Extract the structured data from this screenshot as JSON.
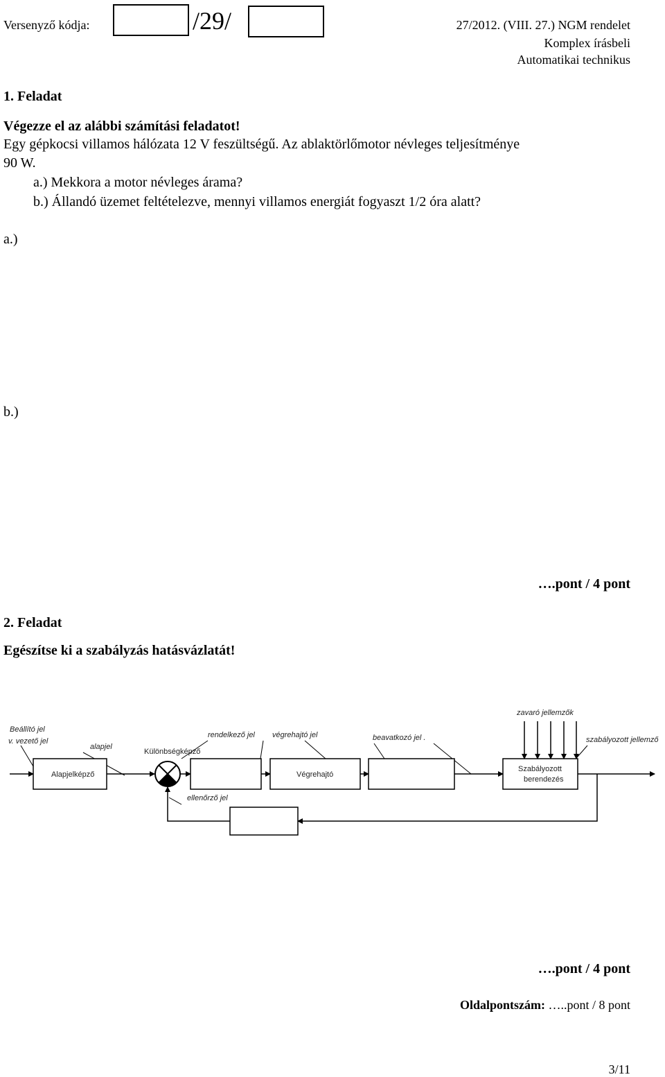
{
  "header": {
    "code_label": "Versenyző kódja:",
    "exam_number": "/29/",
    "decree": "27/2012. (VIII. 27.) NGM rendelet",
    "exam_type": "Komplex írásbeli",
    "profession": "Automatikai technikus"
  },
  "task1": {
    "title": "1. Feladat",
    "instruction": "Végezze el az alábbi számítási feladatot!",
    "text_line1": "Egy gépkocsi villamos hálózata 12 V feszültségű. Az ablaktörlőmotor névleges teljesítménye",
    "text_line2": "90 W.",
    "question_a": "a.) Mekkora a motor névleges árama?",
    "question_b": "b.) Állandó üzemet feltételezve, mennyi villamos energiát fogyaszt 1/2 óra alatt?",
    "answer_a_label": "a.)",
    "answer_b_label": "b.)",
    "score": "….pont / 4 pont"
  },
  "task2": {
    "title": "2. Feladat",
    "instruction": "Egészítse ki a szabályzás hatásvázlatát!",
    "score": "….pont / 4 pont",
    "diagram": {
      "label_setting_1": "Beállító jel",
      "label_setting_2": "v. vezető jel",
      "label_reference": "alapjel",
      "label_command": "rendelkező jel",
      "label_actuating": "végrehajtó jel",
      "label_intervention": "beavatkozó jel .",
      "label_disturbance": "zavaró jellemzők",
      "label_controlled_var": "szabályozott jellemző",
      "label_feedback": "ellenőrző jel",
      "label_comparator": "Különbségképző",
      "block_reference": "Alapjelképző",
      "block_actuator": "Végrehajtó",
      "block_plant_1": "Szabályozott",
      "block_plant_2": "berendezés"
    }
  },
  "footer": {
    "page_points_label": "Oldalpontszám:",
    "page_points_value": "…..pont / 8 pont",
    "page_number": "3/11"
  }
}
